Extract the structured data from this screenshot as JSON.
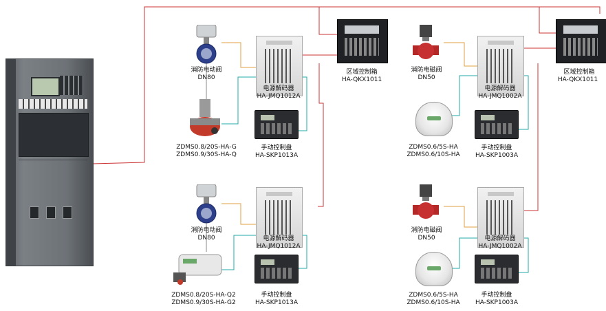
{
  "colors": {
    "signal": "#cc3333",
    "power": "#e0a040",
    "bus": "#22aaaa"
  },
  "zone1": {
    "label": "区域控制箱",
    "model": "HA-QKX1011"
  },
  "zone2": {
    "label": "区域控制箱",
    "model": "HA-QKX1011"
  },
  "g1": {
    "valve_label": "消防电动阀",
    "valve_size": "DN80",
    "decoder_label": "电源解码器",
    "decoder_model": "HA-JMQ1012A",
    "manual_label": "手动控制盘",
    "manual_model": "HA-SKP1013A",
    "unit_model1": "ZDMS0.8/20S-HA-G",
    "unit_model2": "ZDMS0.9/30S-HA-Q"
  },
  "g2": {
    "valve_label": "消防电动阀",
    "valve_size": "DN80",
    "decoder_label": "电源解码器",
    "decoder_model": "HA-JMQ1012A",
    "manual_label": "手动控制盘",
    "manual_model": "HA-SKP1013A",
    "unit_model1": "ZDMS0.8/20S-HA-Q2",
    "unit_model2": "ZDMS0.9/30S-HA-G2"
  },
  "g3": {
    "valve_label": "消防电磁阀",
    "valve_size": "DN50",
    "decoder_label": "电源解码器",
    "decoder_model": "HA-JMQ1002A",
    "manual_label": "手动控制盘",
    "manual_model": "HA-SKP1003A",
    "unit_model1": "ZDMS0.6/5S-HA",
    "unit_model2": "ZDMS0.6/10S-HA"
  },
  "g4": {
    "valve_label": "消防电磁阀",
    "valve_size": "DN50",
    "decoder_label": "电源解码器",
    "decoder_model": "HA-JMQ1002A",
    "manual_label": "手动控制盘",
    "manual_model": "HA-SKP1003A",
    "unit_model1": "ZDMS0.6/5S-HA",
    "unit_model2": "ZDMS0.6/10S-HA"
  }
}
